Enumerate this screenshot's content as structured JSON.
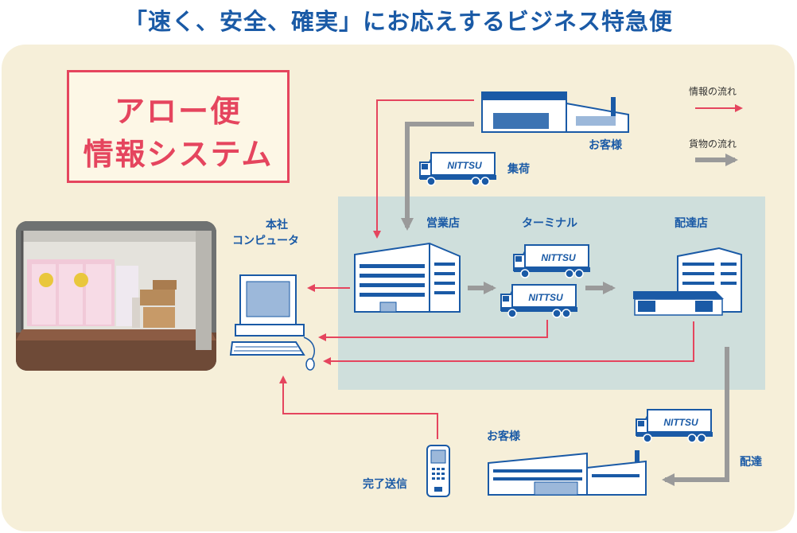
{
  "title": "「速く、安全、確実」にお応えするビジネス特急便",
  "system_title": {
    "line1": "アロー便",
    "line2": "情報システム"
  },
  "legend": {
    "info_flow": "情報の流れ",
    "cargo_flow": "貨物の流れ"
  },
  "nodes": {
    "customer_top": "お客様",
    "pickup": "集荷",
    "sales_office": "営業店",
    "terminal": "ターミナル",
    "delivery_office": "配達店",
    "hq_line1": "本社",
    "hq_line2": "コンピュータ",
    "customer_bottom": "お客様",
    "delivery": "配達",
    "completion": "完了送信"
  },
  "truck_text": "NITTSU",
  "colors": {
    "info": "#e5455e",
    "cargo": "#9a9a9a",
    "accent": "#1a5aa6"
  }
}
